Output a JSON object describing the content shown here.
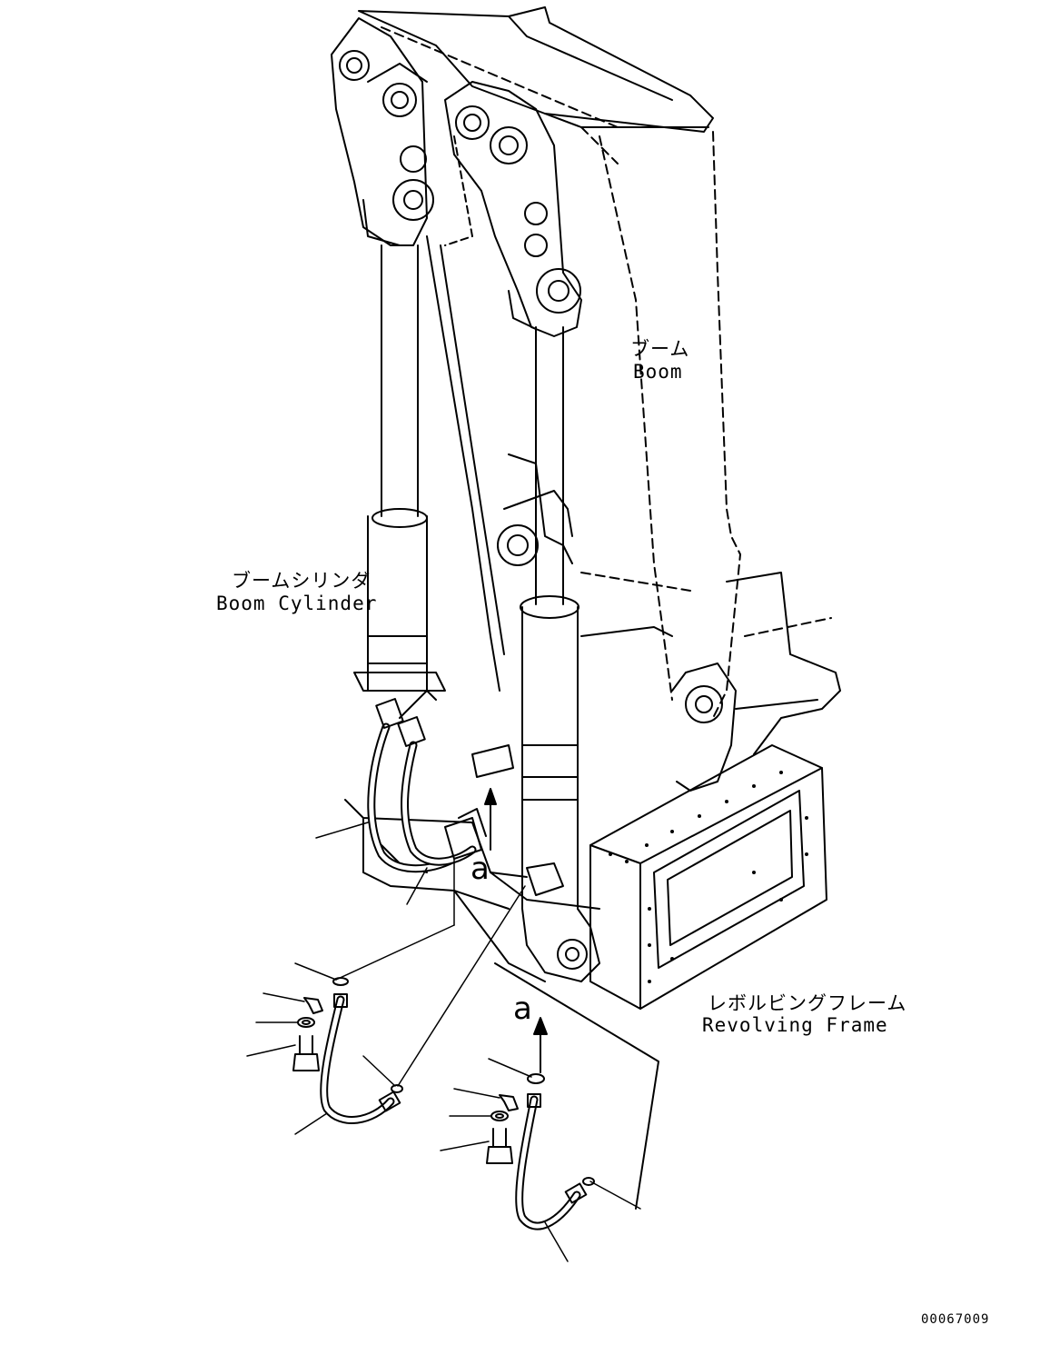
{
  "labels": {
    "boom_jp": "ブーム",
    "boom_en": "Boom",
    "boom_cylinder_jp": "ブームシリンダ",
    "boom_cylinder_en": "Boom Cylinder",
    "revolving_frame_jp": "レボルビングフレーム",
    "revolving_frame_en": "Revolving Frame",
    "detail_ref_1": "a",
    "detail_ref_2": "a"
  },
  "drawing_number": "00067009"
}
